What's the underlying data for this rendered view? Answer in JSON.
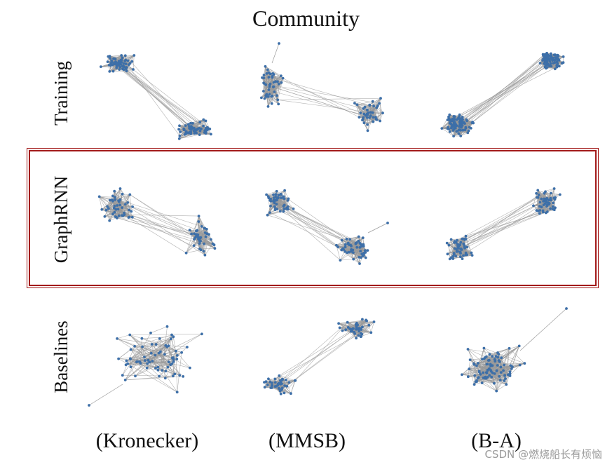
{
  "title": "Community",
  "rows": [
    {
      "label": "Training"
    },
    {
      "label": "GraphRNN"
    },
    {
      "label": "Baselines"
    }
  ],
  "columns": [
    {
      "label": "(Kronecker)"
    },
    {
      "label": "(MMSB)"
    },
    {
      "label": "(B-A)"
    }
  ],
  "watermark": "CSDN @燃烧船长有烦恼",
  "colors": {
    "node": "#3d6fa8",
    "edge": "#9a9a9a",
    "highlight": "#a31b1b"
  },
  "highlighted_row": "GraphRNN"
}
